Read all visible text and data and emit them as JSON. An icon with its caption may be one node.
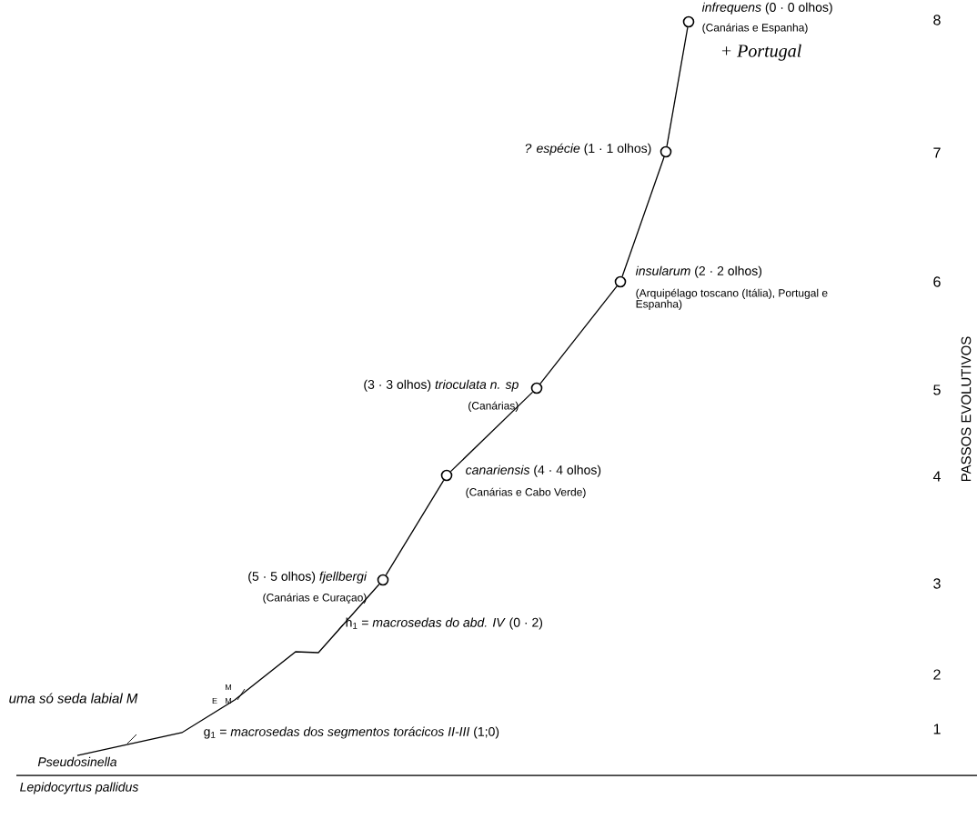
{
  "diagram": {
    "nodes": [
      {
        "text": [
          "*Pseudosinella*"
        ]
      },
      {
        "text": [],
        "shape": "circle",
        "beside": [
          "(5 · 5 olhos) *fjellbergi*",
          "(Canárias e Curaçao)"
        ]
      },
      {
        "text": [],
        "shape": "circle",
        "beside": [
          "*canariensis* (4 · 4 olhos)",
          "(Canárias e Cabo Verde)"
        ]
      },
      {
        "text": [],
        "shape": "circle",
        "beside": [
          "(3 · 3 olhos) *trioculata n. sp*",
          "(Canárias)"
        ]
      },
      {
        "text": [],
        "shape": "circle",
        "beside": [
          "*insularum* (2 · 2 olhos)",
          "(Arquipélago toscano (Itália), Portugal e Espanha)"
        ]
      },
      {
        "text": [],
        "shape": "circle",
        "beside": [
          "*? espécie* (1 · 1 olhos)"
        ]
      },
      {
        "text": [],
        "shape": "circle",
        "beside": [
          "*infrequens* (0 · 0 olhos)",
          "(Canárias e Espanha)",
          "+ Portugal"
        ]
      }
    ],
    "edges": [
      {
        "from": 0,
        "to": 1,
        "arrow": "none"
      },
      {
        "from": 1,
        "to": 2,
        "arrow": "none"
      },
      {
        "from": 2,
        "to": 3,
        "arrow": "none"
      },
      {
        "from": 3,
        "to": 4,
        "arrow": "none"
      },
      {
        "from": 4,
        "to": 5,
        "arrow": "none"
      },
      {
        "from": 5,
        "to": 6,
        "arrow": "none"
      }
    ],
    "labels": [
      "8",
      "7",
      "6",
      "PASSOS EVOLUTIVOS",
      "5",
      "4",
      "3",
      "h$_{1}$ = *macrosedas do abd. IV* (0 · 2)",
      "2",
      "uma só seda labial M",
      "E",
      "M",
      "M",
      "1",
      "g$_{1}$ = *macrosedas dos segmentos torácicos II-III* (1;0)",
      "*Lepidocyrtus pallidus*"
    ]
  }
}
